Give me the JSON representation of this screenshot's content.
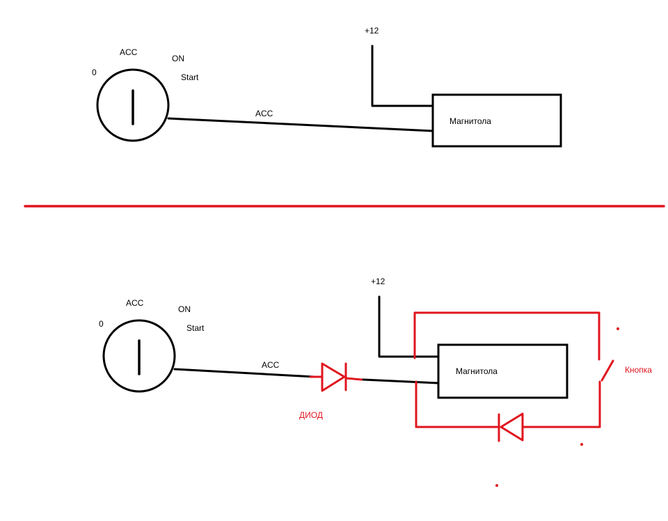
{
  "top_circuit": {
    "switch_labels": {
      "pos0": "0",
      "acc": "ACC",
      "on": "ON",
      "start": "Start"
    },
    "wire_label": "ACC",
    "supply_label": "+12",
    "device_label": "Магнитола"
  },
  "bottom_circuit": {
    "switch_labels": {
      "pos0": "0",
      "acc": "ACC",
      "on": "ON",
      "start": "Start"
    },
    "wire_label": "ACC",
    "supply_label": "+12",
    "device_label": "Магнитола",
    "diode_label": "ДИОД",
    "button_label": "Кнопка"
  },
  "colors": {
    "wire": "#000000",
    "annotation": "#e0151e"
  }
}
